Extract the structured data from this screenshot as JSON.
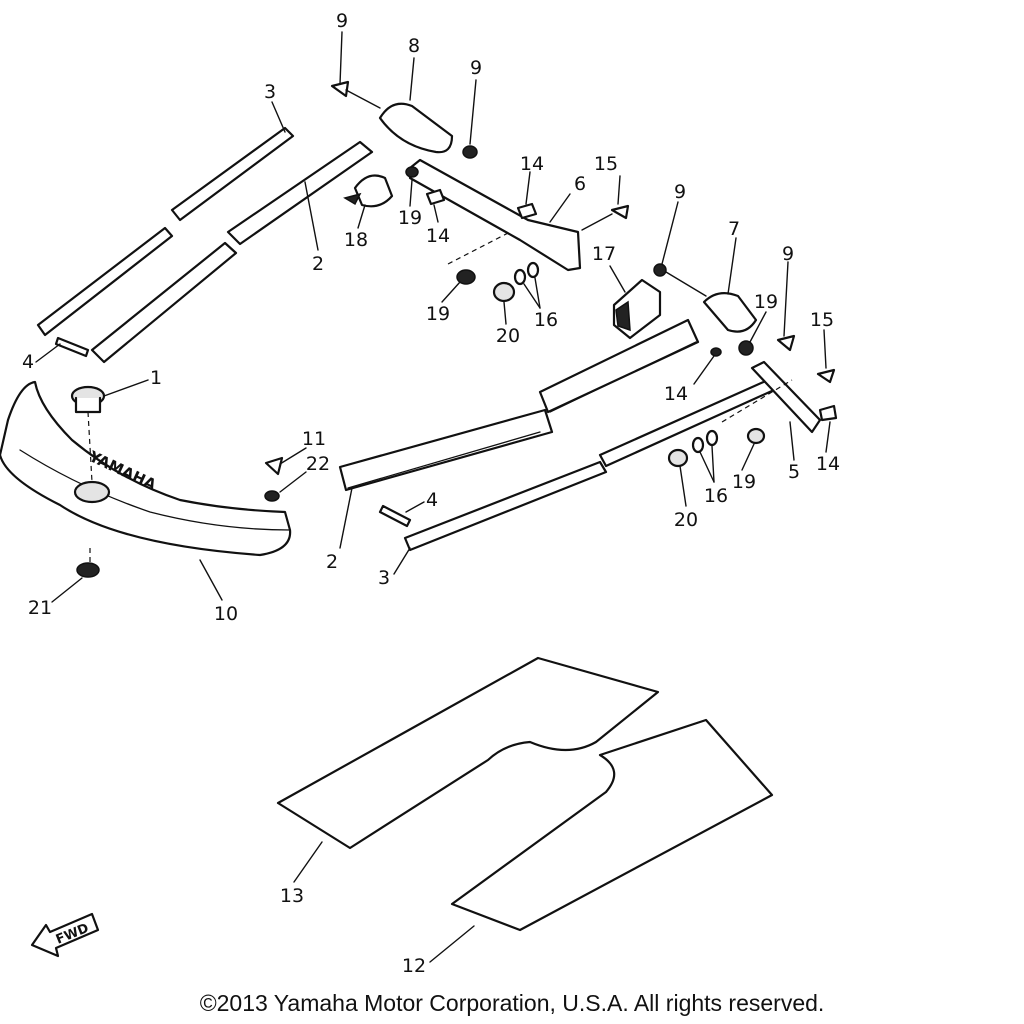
{
  "callouts": {
    "c1": "1",
    "c2a": "2",
    "c2b": "2",
    "c3a": "3",
    "c3b": "3",
    "c4a": "4",
    "c4b": "4",
    "c5": "5",
    "c6": "6",
    "c7": "7",
    "c8": "8",
    "c9a": "9",
    "c9b": "9",
    "c9c": "9",
    "c9d": "9",
    "c10": "10",
    "c11": "11",
    "c12": "12",
    "c13": "13",
    "c14a": "14",
    "c14b": "14",
    "c14c": "14",
    "c14d": "14",
    "c15a": "15",
    "c15b": "15",
    "c16a": "16",
    "c16b": "16",
    "c17": "17",
    "c18": "18",
    "c19a": "19",
    "c19b": "19",
    "c19c": "19",
    "c19d": "19",
    "c20a": "20",
    "c20b": "20",
    "c21": "21",
    "c22": "22"
  },
  "logo_text": "YAMAHA",
  "fwd_label": "FWD",
  "copyright": "©2013 Yamaha Motor Corporation, U.S.A. All rights reserved."
}
